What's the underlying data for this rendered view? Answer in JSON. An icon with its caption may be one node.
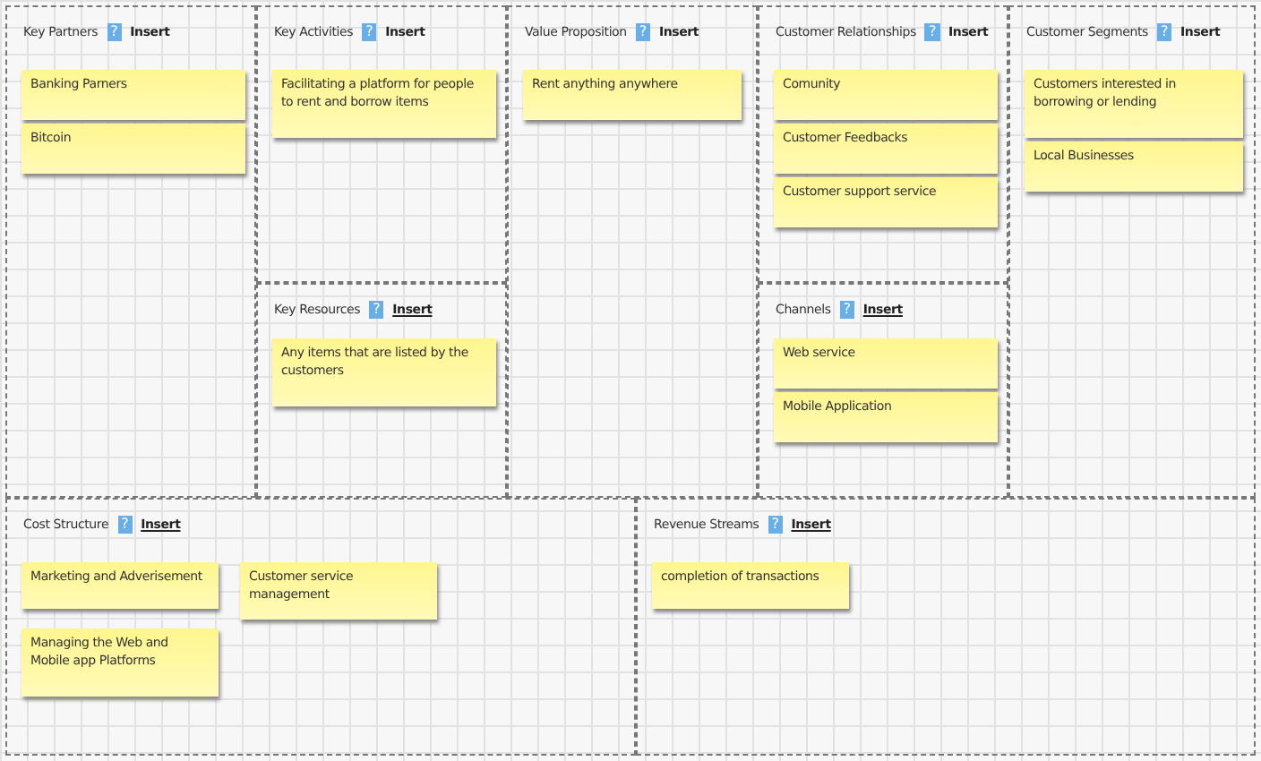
{
  "diagram": {
    "nodes": [
      {
        "text": [
          "Key Partners",
          "?",
          "Insert"
        ]
      },
      {
        "text": [
          "Banking Parners"
        ],
        "in": 0
      },
      {
        "text": [
          "Bitcoin"
        ],
        "in": 0
      },
      {
        "text": [
          "Key Activities",
          "?",
          "Insert"
        ]
      },
      {
        "text": [
          "Facilitating a platform for people to rent and borrow items"
        ],
        "in": 3
      },
      {
        "text": [
          "Key Resources",
          "?",
          "Insert"
        ]
      },
      {
        "text": [
          "Any items that are listed by the customers"
        ],
        "in": 5
      },
      {
        "text": [
          "Value Proposition",
          "?",
          "Insert"
        ]
      },
      {
        "text": [
          "Rent anything anywhere"
        ],
        "in": 7
      },
      {
        "text": [
          "Customer Relationships",
          "?",
          "Insert"
        ]
      },
      {
        "text": [
          "Comunity"
        ],
        "in": 9
      },
      {
        "text": [
          "Customer Feedbacks"
        ],
        "in": 9
      },
      {
        "text": [
          "Customer support service"
        ],
        "in": 9
      },
      {
        "text": [
          "Channels",
          "?",
          "Insert"
        ]
      },
      {
        "text": [
          "Web service"
        ],
        "in": 13
      },
      {
        "text": [
          "Mobile Application"
        ],
        "in": 13
      },
      {
        "text": [
          "Customer Segments",
          "?",
          "Insert"
        ]
      },
      {
        "text": [
          "Customers interested in borrowing or lending"
        ],
        "in": 16
      },
      {
        "text": [
          "Local Businesses"
        ],
        "in": 16
      },
      {
        "text": [
          "Cost Structure",
          "?",
          "Insert"
        ]
      },
      {
        "text": [
          "Marketing and Adverisement"
        ],
        "in": 19
      },
      {
        "text": [
          "Customer service management"
        ],
        "in": 19
      },
      {
        "text": [
          "Managing the Web and Mobile app Platforms"
        ],
        "in": 19
      },
      {
        "text": [
          "Revenue Streams",
          "?",
          "Insert"
        ]
      },
      {
        "text": [
          "completion of transactions"
        ],
        "in": 23
      }
    ]
  }
}
